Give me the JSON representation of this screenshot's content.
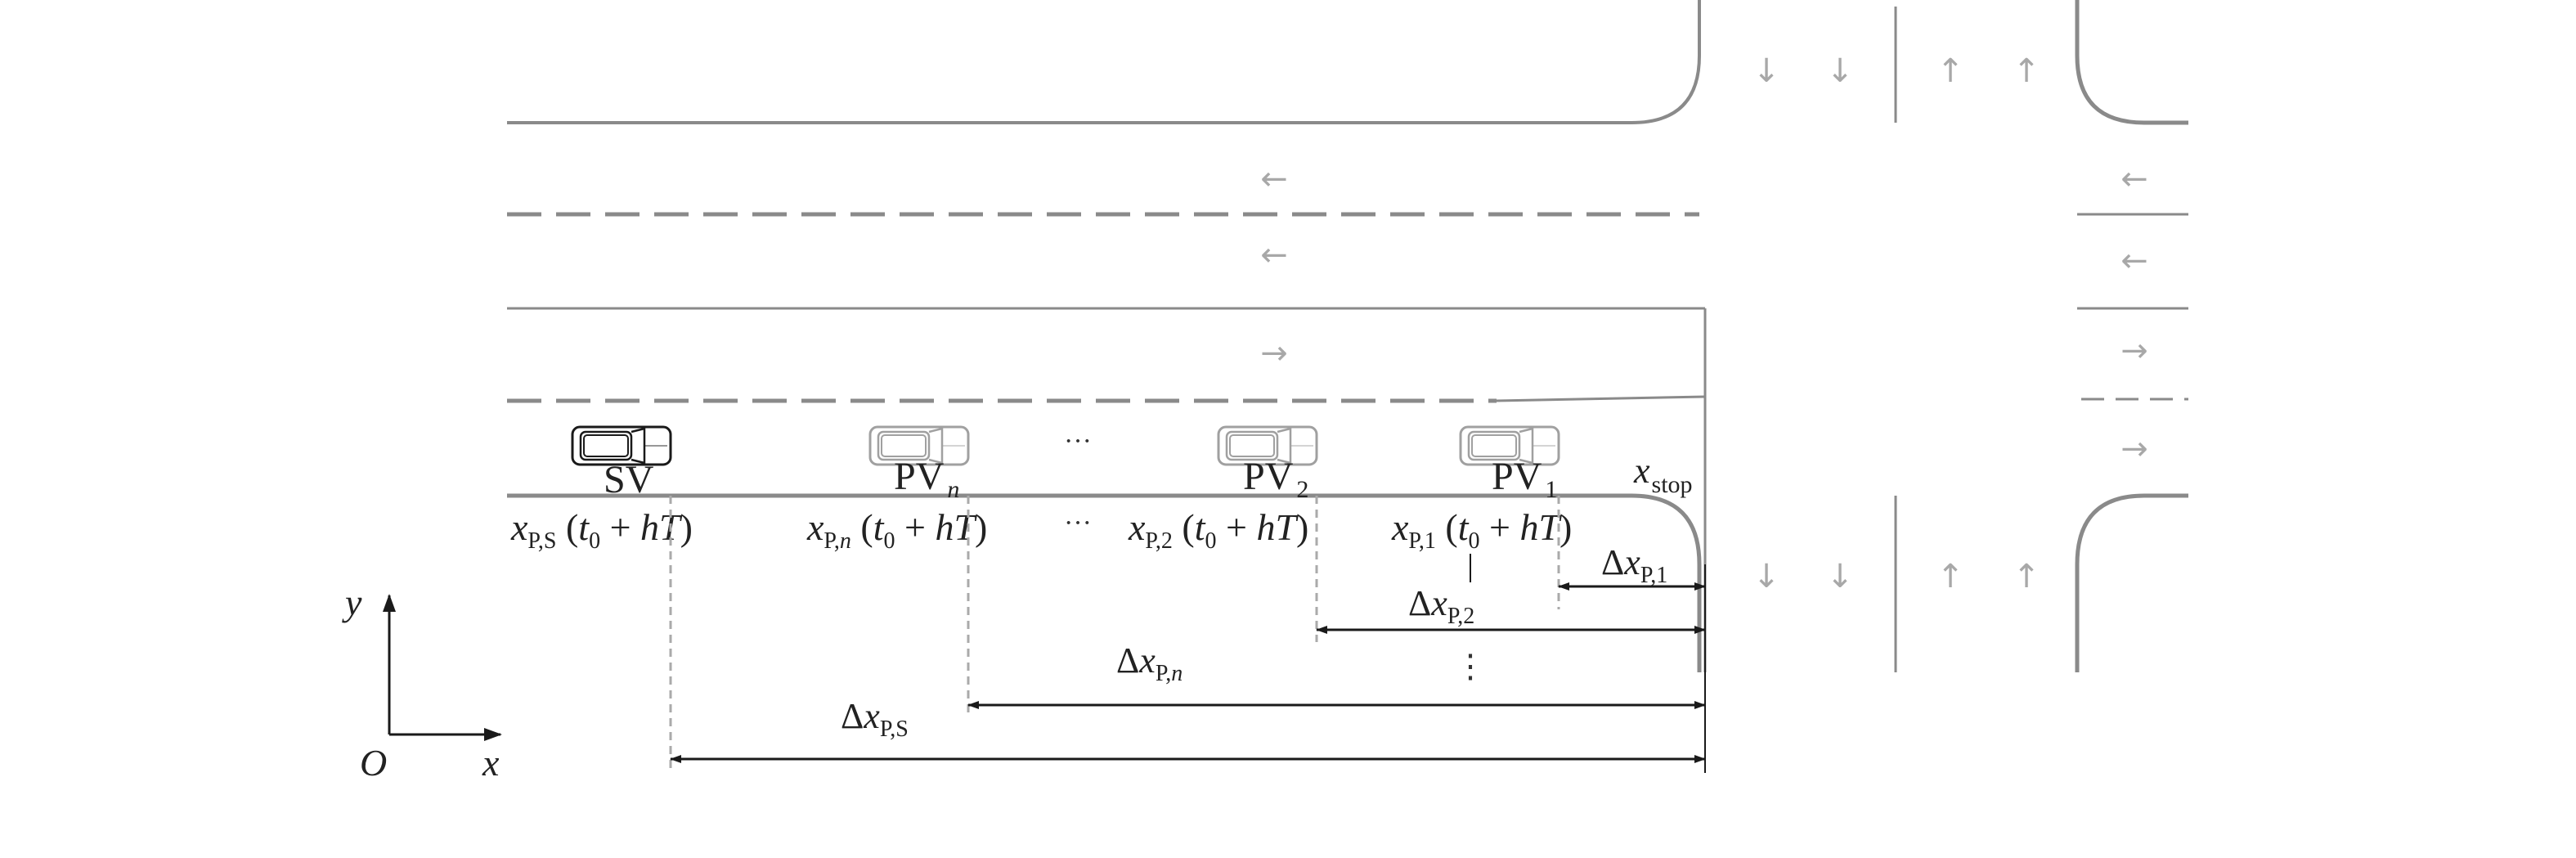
{
  "vehicles": {
    "sv": "SV",
    "pv_n": {
      "base": "PV",
      "sub": "n"
    },
    "pv_2": {
      "base": "PV",
      "sub": "2"
    },
    "pv_1": {
      "base": "PV",
      "sub": "1"
    }
  },
  "positions": {
    "sv": {
      "var": "x",
      "sub": "P,S",
      "rest1": " (",
      "t": "t",
      "tsub": "0",
      "rest2": " + ",
      "h": "h",
      "T": "T",
      "close": ")"
    },
    "pv_n": {
      "var": "x",
      "sub_a": "P,",
      "sub_b": "n",
      "rest1": " (",
      "t": "t",
      "tsub": "0",
      "rest2": " + ",
      "h": "h",
      "T": "T",
      "close": ")"
    },
    "pv_2": {
      "var": "x",
      "sub": "P,2",
      "rest1": " (",
      "t": "t",
      "tsub": "0",
      "rest2": " + ",
      "h": "h",
      "T": "T",
      "close": ")"
    },
    "pv_1": {
      "var": "x",
      "sub": "P,1",
      "rest1": " (",
      "t": "t",
      "tsub": "0",
      "rest2": " + ",
      "h": "h",
      "T": "T",
      "close": ")"
    }
  },
  "stop_line": {
    "var": "x",
    "sub": "stop"
  },
  "gaps": {
    "d1": {
      "delta": "Δ",
      "var": "x",
      "sub": "P,1"
    },
    "d2": {
      "delta": "Δ",
      "var": "x",
      "sub": "P,2"
    },
    "dn": {
      "delta": "Δ",
      "var": "x",
      "sub_a": "P,",
      "sub_b": "n"
    },
    "ds": {
      "delta": "Δ",
      "var": "x",
      "sub": "P,S"
    }
  },
  "ellipsis_h": "···",
  "ellipsis_v": "⋮",
  "axes": {
    "y": "y",
    "x": "x",
    "origin": "O"
  },
  "lane_arrows": {
    "left": "←",
    "right": "→",
    "up": "↑",
    "down": "↓"
  },
  "colors": {
    "road": "#8a8a8a",
    "ego_vehicle": "#1a1a1a",
    "preceding_vehicle": "#a0a0a0",
    "dimension": "#1a1a1a",
    "lane_arrow": "#a8a8a8"
  }
}
